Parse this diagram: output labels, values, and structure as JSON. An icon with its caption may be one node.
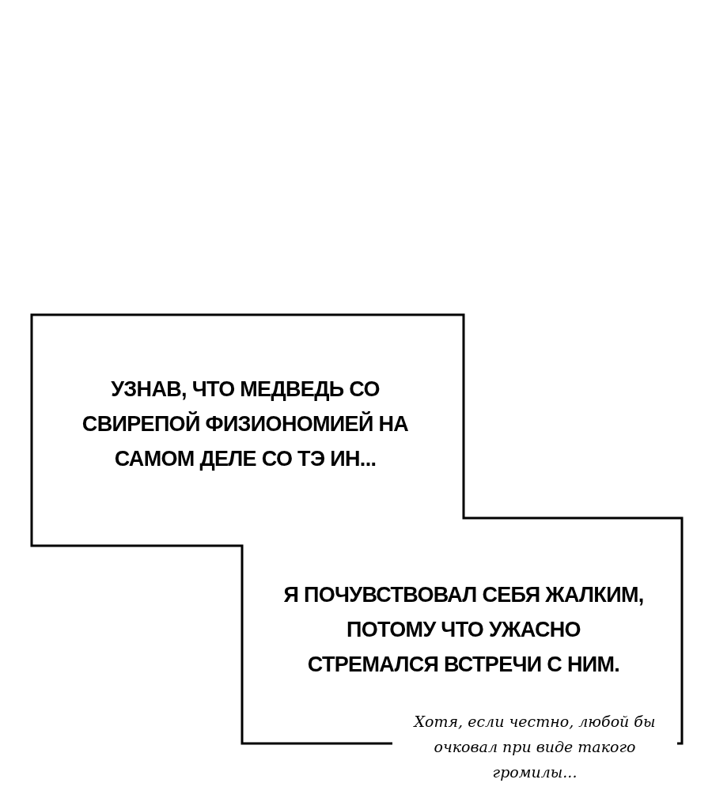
{
  "diagram": {
    "nodes": [
      {
        "text": [
          "УЗНАВ, ЧТО МЕДВЕДЬ СО СВИРЕПОЙ ФИЗИОНОМИЕЙ НА САМОМ ДЕЛЕ СО ТЭ ИН..."
        ]
      },
      {
        "text": [
          "Я ПОЧУВСТВОВАЛ СЕБЯ ЖАЛКИМ, ПОТОМУ ЧТО УЖАСНО СТРЕМАЛСЯ ВСТРЕЧИ С НИМ."
        ]
      }
    ],
    "labels": [
      "Хотя, если честно, любой бы очковал при виде такого громилы..."
    ]
  }
}
